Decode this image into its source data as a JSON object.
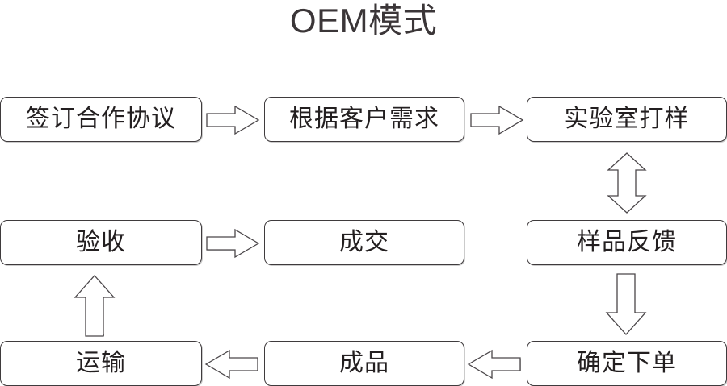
{
  "diagram": {
    "title": "OEM模式",
    "type": "process-flowchart",
    "title_color": "#3b3638",
    "box_border_color": "#3f3b3d",
    "box_fill_color": "#ffffff",
    "arrow_outline_color": "#4a4649",
    "background_color": "#ffffff",
    "nodes": [
      {
        "id": "n1",
        "label": "签订合作协议",
        "row": 1,
        "col": "a"
      },
      {
        "id": "n2",
        "label": "根据客户需求",
        "row": 1,
        "col": "b"
      },
      {
        "id": "n3",
        "label": "实验室打样",
        "row": 1,
        "col": "c"
      },
      {
        "id": "n4",
        "label": "验收",
        "row": 2,
        "col": "a"
      },
      {
        "id": "n5",
        "label": "成交",
        "row": 2,
        "col": "b"
      },
      {
        "id": "n6",
        "label": "样品反馈",
        "row": 2,
        "col": "c"
      },
      {
        "id": "n7",
        "label": "运输",
        "row": 3,
        "col": "a"
      },
      {
        "id": "n8",
        "label": "成品",
        "row": 3,
        "col": "b"
      },
      {
        "id": "n9",
        "label": "确定下单",
        "row": 3,
        "col": "c"
      }
    ],
    "connectors": [
      {
        "id": "c1",
        "from": "n1",
        "to": "n2",
        "direction": "right",
        "style": "single"
      },
      {
        "id": "c2",
        "from": "n2",
        "to": "n3",
        "direction": "right",
        "style": "single"
      },
      {
        "id": "c3",
        "from": "n3",
        "to": "n6",
        "direction": "vertical",
        "style": "double"
      },
      {
        "id": "c4",
        "from": "n6",
        "to": "n9",
        "direction": "down",
        "style": "single"
      },
      {
        "id": "c5",
        "from": "n9",
        "to": "n8",
        "direction": "left",
        "style": "single"
      },
      {
        "id": "c6",
        "from": "n8",
        "to": "n7",
        "direction": "left",
        "style": "single"
      },
      {
        "id": "c7",
        "from": "n7",
        "to": "n4",
        "direction": "up",
        "style": "single"
      },
      {
        "id": "c8",
        "from": "n4",
        "to": "n5",
        "direction": "right",
        "style": "single"
      }
    ]
  }
}
